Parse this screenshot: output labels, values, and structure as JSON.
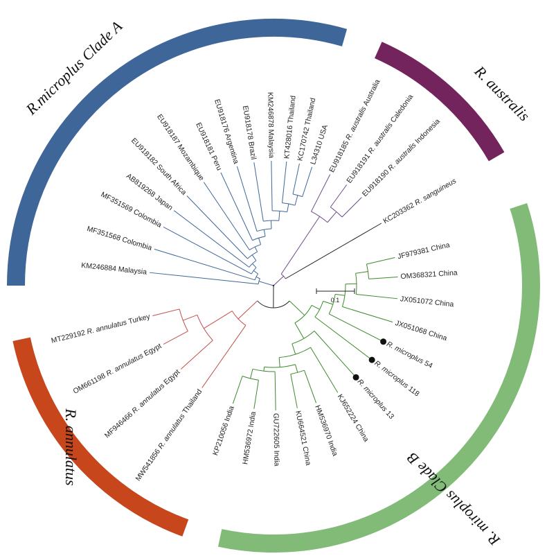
{
  "clades": [
    {
      "key": "microA",
      "name": "R.microplus Clade A",
      "color": "#3e6698"
    },
    {
      "key": "australis",
      "name": "R. australis",
      "color": "#74245c"
    },
    {
      "key": "microB",
      "name": "R. miroplus Clade B",
      "color": "#82bb78"
    },
    {
      "key": "annulatus",
      "name": "R. annulatus",
      "color": "#c8461c"
    }
  ],
  "branch_colors": {
    "microA": "#3e6698",
    "australis": "#6e4a8a",
    "microB": "#3b8a2a",
    "annulatus": "#c0504d",
    "outgroup": "#222222"
  },
  "scale_bar": {
    "label": "0.1"
  },
  "leaves": {
    "KT428016": {
      "acc": "KT428016",
      "species": "",
      "loc": "Thailand"
    },
    "KC170742": {
      "acc": "KC170742",
      "species": "",
      "loc": "Thailand"
    },
    "L34310": {
      "acc": "L34310",
      "species": "",
      "loc": "USA"
    },
    "KM246878": {
      "acc": "KM246878",
      "species": "",
      "loc": "Malaysia"
    },
    "EU918178": {
      "acc": "EU918178",
      "species": "",
      "loc": "Brazil"
    },
    "EU918176": {
      "acc": "EU918176",
      "species": "",
      "loc": "Argentina"
    },
    "EU918181": {
      "acc": "EU918181",
      "species": "",
      "loc": "Peru"
    },
    "EU918187": {
      "acc": "EU918187",
      "species": "",
      "loc": "Mozambique"
    },
    "EU918182": {
      "acc": "EU918182",
      "species": "",
      "loc": "South Africa"
    },
    "AB819268": {
      "acc": "AB819268",
      "species": "",
      "loc": "Japan"
    },
    "MF351569": {
      "acc": "MF351569",
      "species": "",
      "loc": "Colombia"
    },
    "MF351568": {
      "acc": "MF351568",
      "species": "",
      "loc": "Colombia"
    },
    "KM246884": {
      "acc": "KM246884",
      "species": "",
      "loc": "Malaysia"
    },
    "EU918185": {
      "acc": "EU918185",
      "species": "R. australis",
      "loc": "Australia"
    },
    "EU918191": {
      "acc": "EU918191",
      "species": "R. australis",
      "loc": "Caledonia"
    },
    "EU918190": {
      "acc": "EU918190",
      "species": "R. australis",
      "loc": "Indonesia"
    },
    "KC203362": {
      "acc": "KC203362",
      "species": "R. sanguineus",
      "loc": ""
    },
    "JF979381": {
      "acc": "JF979381",
      "species": "",
      "loc": "China"
    },
    "OM368321": {
      "acc": "OM368321",
      "species": "",
      "loc": "China"
    },
    "JX051072": {
      "acc": "JX051072",
      "species": "",
      "loc": "China"
    },
    "JX051068": {
      "acc": "JX051068",
      "species": "",
      "loc": "China"
    },
    "Rm54": {
      "acc": "",
      "species": "R. microplus",
      "loc": "54"
    },
    "Rm118": {
      "acc": "",
      "species": "R. microplus",
      "loc": "118"
    },
    "Rm13": {
      "acc": "",
      "species": "R. microplus",
      "loc": "13"
    },
    "KJ652224": {
      "acc": "KJ652224",
      "species": "",
      "loc": "China"
    },
    "HM536970": {
      "acc": "HM536970",
      "species": "",
      "loc": "India"
    },
    "KU664521": {
      "acc": "KU664521",
      "species": "",
      "loc": "China"
    },
    "GU722605": {
      "acc": "GU722605",
      "species": "",
      "loc": "India"
    },
    "HM536972": {
      "acc": "HM536972",
      "species": "",
      "loc": "India"
    },
    "KP210056": {
      "acc": "KP210056",
      "species": "",
      "loc": "India"
    },
    "MW541856": {
      "acc": "MW541856",
      "species": "R. annulatus",
      "loc": "Thailand"
    },
    "MF946466": {
      "acc": "MF946466",
      "species": "R. annulatus",
      "loc": "Egypt"
    },
    "OM661198": {
      "acc": "OM661198",
      "species": "R. annulatus",
      "loc": "Egypt"
    },
    "MT229192": {
      "acc": "MT229192",
      "species": "R. annulatus",
      "loc": "Turkey"
    }
  }
}
